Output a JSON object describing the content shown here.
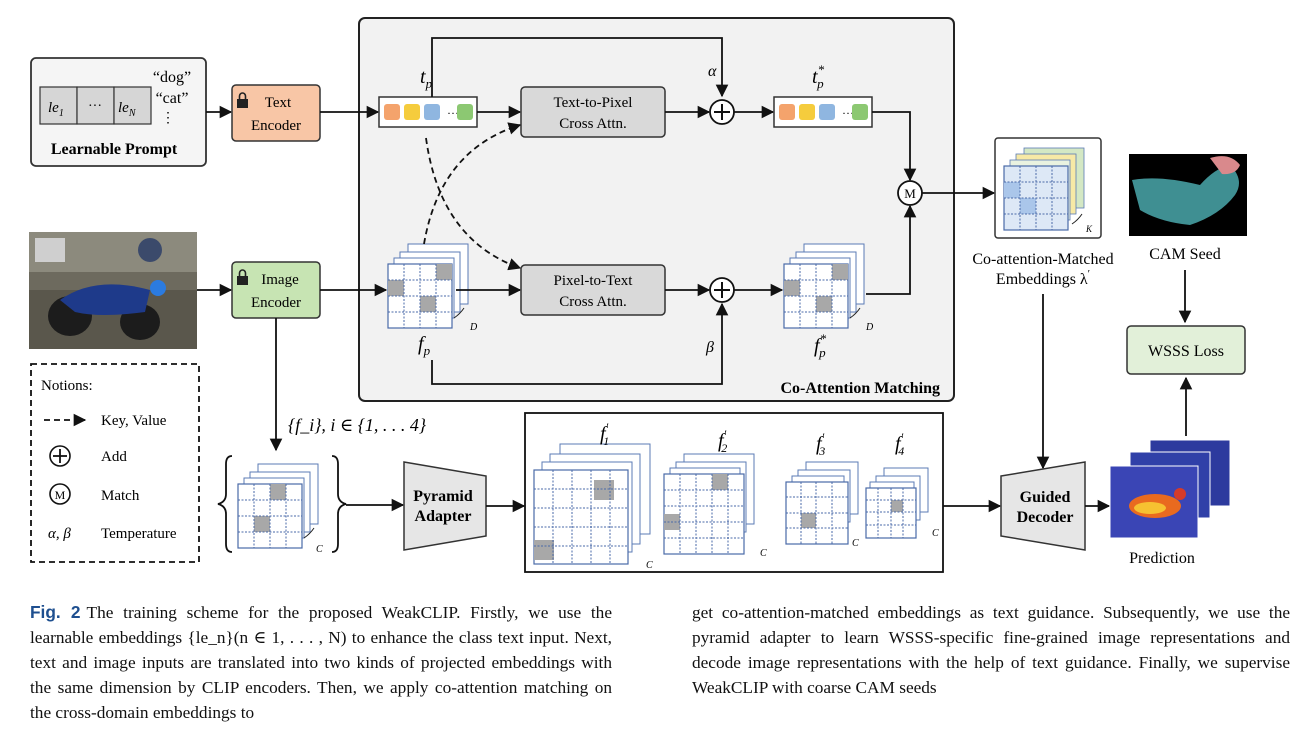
{
  "diagram": {
    "prompt": {
      "title": "Learnable Prompt",
      "cell_first": "le",
      "cell_first_sub": "1",
      "cell_mid": "···",
      "cell_last": "le",
      "cell_last_sub": "N",
      "word1": "“dog”",
      "word2": "“cat”",
      "word3": "⋮"
    },
    "text_encoder": {
      "line1": "Text",
      "line2": "Encoder"
    },
    "image_encoder": {
      "line1": "Image",
      "line2": "Encoder"
    },
    "coattn": {
      "title": "Co-Attention Matching",
      "tp": "t",
      "tp_sub": "p",
      "tp_star": "t",
      "tp_star_sub": "p",
      "tp_star_sup": "*",
      "fp": "f",
      "fp_sub": "p",
      "fp_star": "f",
      "fp_star_sub": "p",
      "fp_star_sup": "*",
      "alpha": "α",
      "beta": "β",
      "t2p_line1": "Text-to-Pixel",
      "t2p_line2": "Cross Attn.",
      "p2t_line1": "Pixel-to-Text",
      "p2t_line2": "Cross Attn.",
      "d": "D",
      "match": "M"
    },
    "embeddings": {
      "line1": "Co-attention-Matched",
      "line2": "Embeddings λ",
      "line2_sup": "′",
      "k": "K"
    },
    "cam_seed": "CAM Seed",
    "wsss_loss": "WSSS Loss",
    "prediction": "Prediction",
    "fi_label": "{f_i}, i ∈ {1, . . . 4}",
    "c": "C",
    "pyramid": {
      "line1": "Pyramid",
      "line2": "Adapter"
    },
    "decoder": {
      "line1": "Guided",
      "line2": "Decoder"
    },
    "features": [
      "f",
      "f",
      "f",
      "f"
    ],
    "feature_subs": [
      "1",
      "2",
      "3",
      "4"
    ],
    "feature_sup": "′",
    "legend": {
      "title": "Notions:",
      "items": [
        "Key, Value",
        "Add",
        "Match",
        "Temperature"
      ],
      "symbol_match": "M",
      "symbol_temp": "α, β"
    },
    "colors": {
      "token_orange": "#f4a36c",
      "token_yellow": "#f5cc3d",
      "token_blue": "#8fb6e0",
      "token_green": "#8cc872",
      "text_encoder": "#f8c6a6",
      "image_encoder": "#c7e4b3",
      "cross_attn": "#d9d9d9",
      "coattn_bg": "#f2f2f2",
      "caption_label": "#1e4f8f"
    }
  },
  "caption": {
    "label": "Fig. 2",
    "left": "The training scheme for the proposed WeakCLIP. Firstly, we use the learnable embeddings {le_n}(n ∈ 1, . . . , N) to enhance the class text input. Next, text and image inputs are translated into two kinds of projected embeddings with the same dimension by CLIP encoders. Then, we apply co-attention matching on the cross-domain embeddings to",
    "right": "get co-attention-matched embeddings as text guidance. Subsequently, we use the pyramid adapter to learn WSSS-specific fine-grained image representations and decode image representations with the help of text guidance. Finally, we supervise WeakCLIP with coarse CAM seeds"
  }
}
